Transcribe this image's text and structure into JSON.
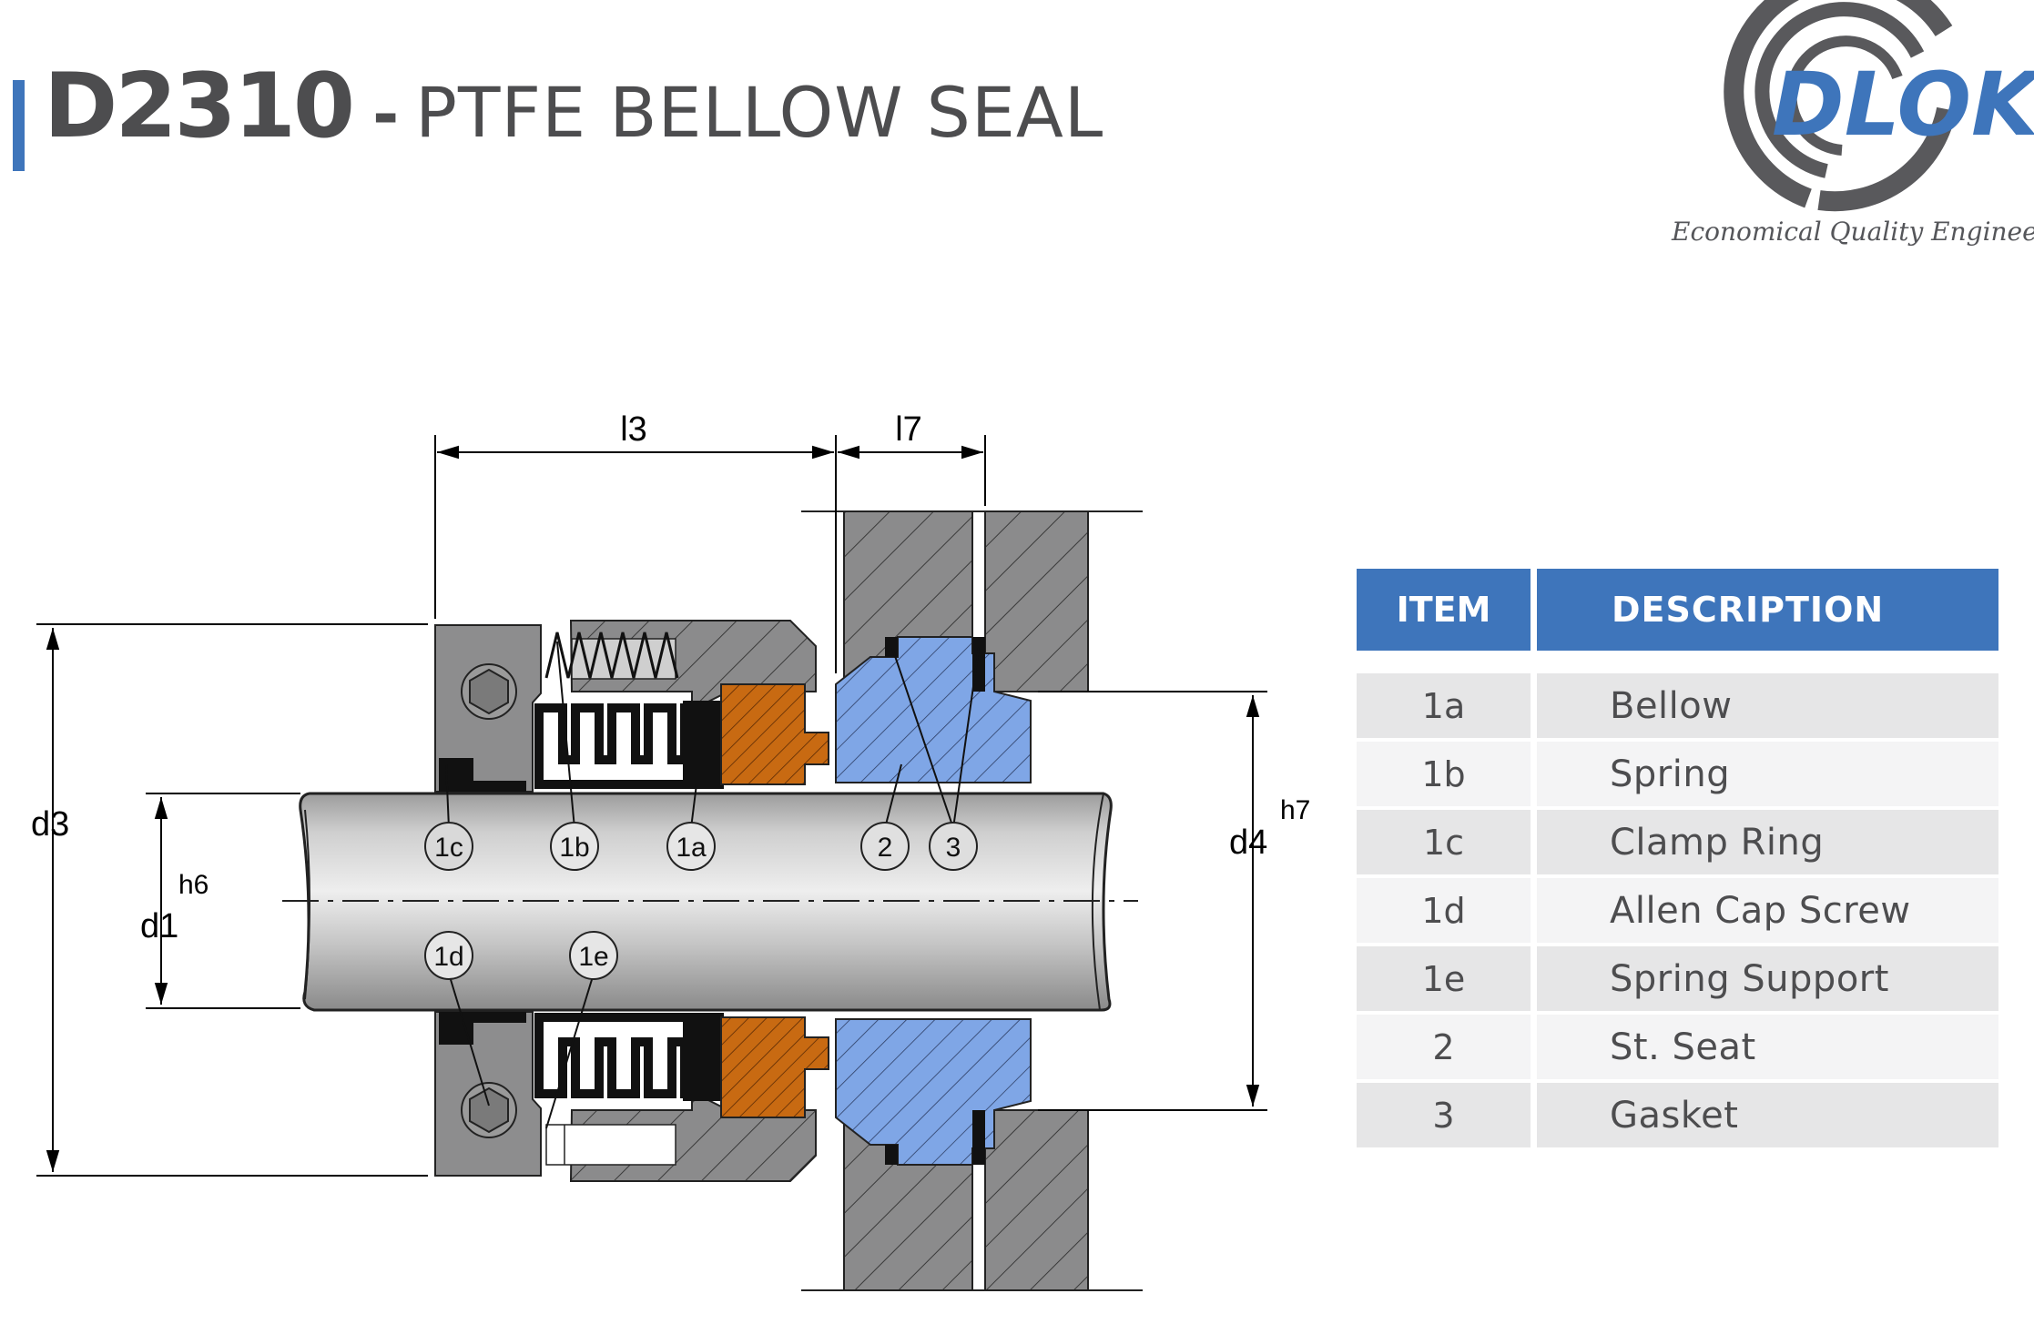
{
  "header": {
    "code": "D2310",
    "separator": "-",
    "name": "PTFE BELLOW SEAL"
  },
  "logo": {
    "text": "DLOK",
    "tagline": "Economical Quality Engineering"
  },
  "diagram": {
    "dimensions": {
      "l3": "l3",
      "l7": "l7",
      "d3": "d3",
      "d1": "d1",
      "h6": "h6",
      "d4": "d4",
      "h7": "h7"
    },
    "callouts": {
      "c1c": "1c",
      "c1b": "1b",
      "c1a": "1a",
      "c2": "2",
      "c3": "3",
      "c1d": "1d",
      "c1e": "1e"
    }
  },
  "parts_table": {
    "headers": {
      "item": "ITEM",
      "description": "DESCRIPTION"
    },
    "rows": [
      {
        "item": "1a",
        "description": "Bellow"
      },
      {
        "item": "1b",
        "description": "Spring"
      },
      {
        "item": "1c",
        "description": "Clamp Ring"
      },
      {
        "item": "1d",
        "description": "Allen Cap Screw"
      },
      {
        "item": "1e",
        "description": "Spring Support"
      },
      {
        "item": "2",
        "description": "St. Seat"
      },
      {
        "item": "3",
        "description": "Gasket"
      }
    ]
  },
  "colors": {
    "accent_blue": "#3e75bb",
    "seat_blue": "#7fa6e6",
    "carbon_orange": "#c86a12",
    "housing_gray": "#8a8a8a",
    "text_gray": "#4d4d4f"
  }
}
